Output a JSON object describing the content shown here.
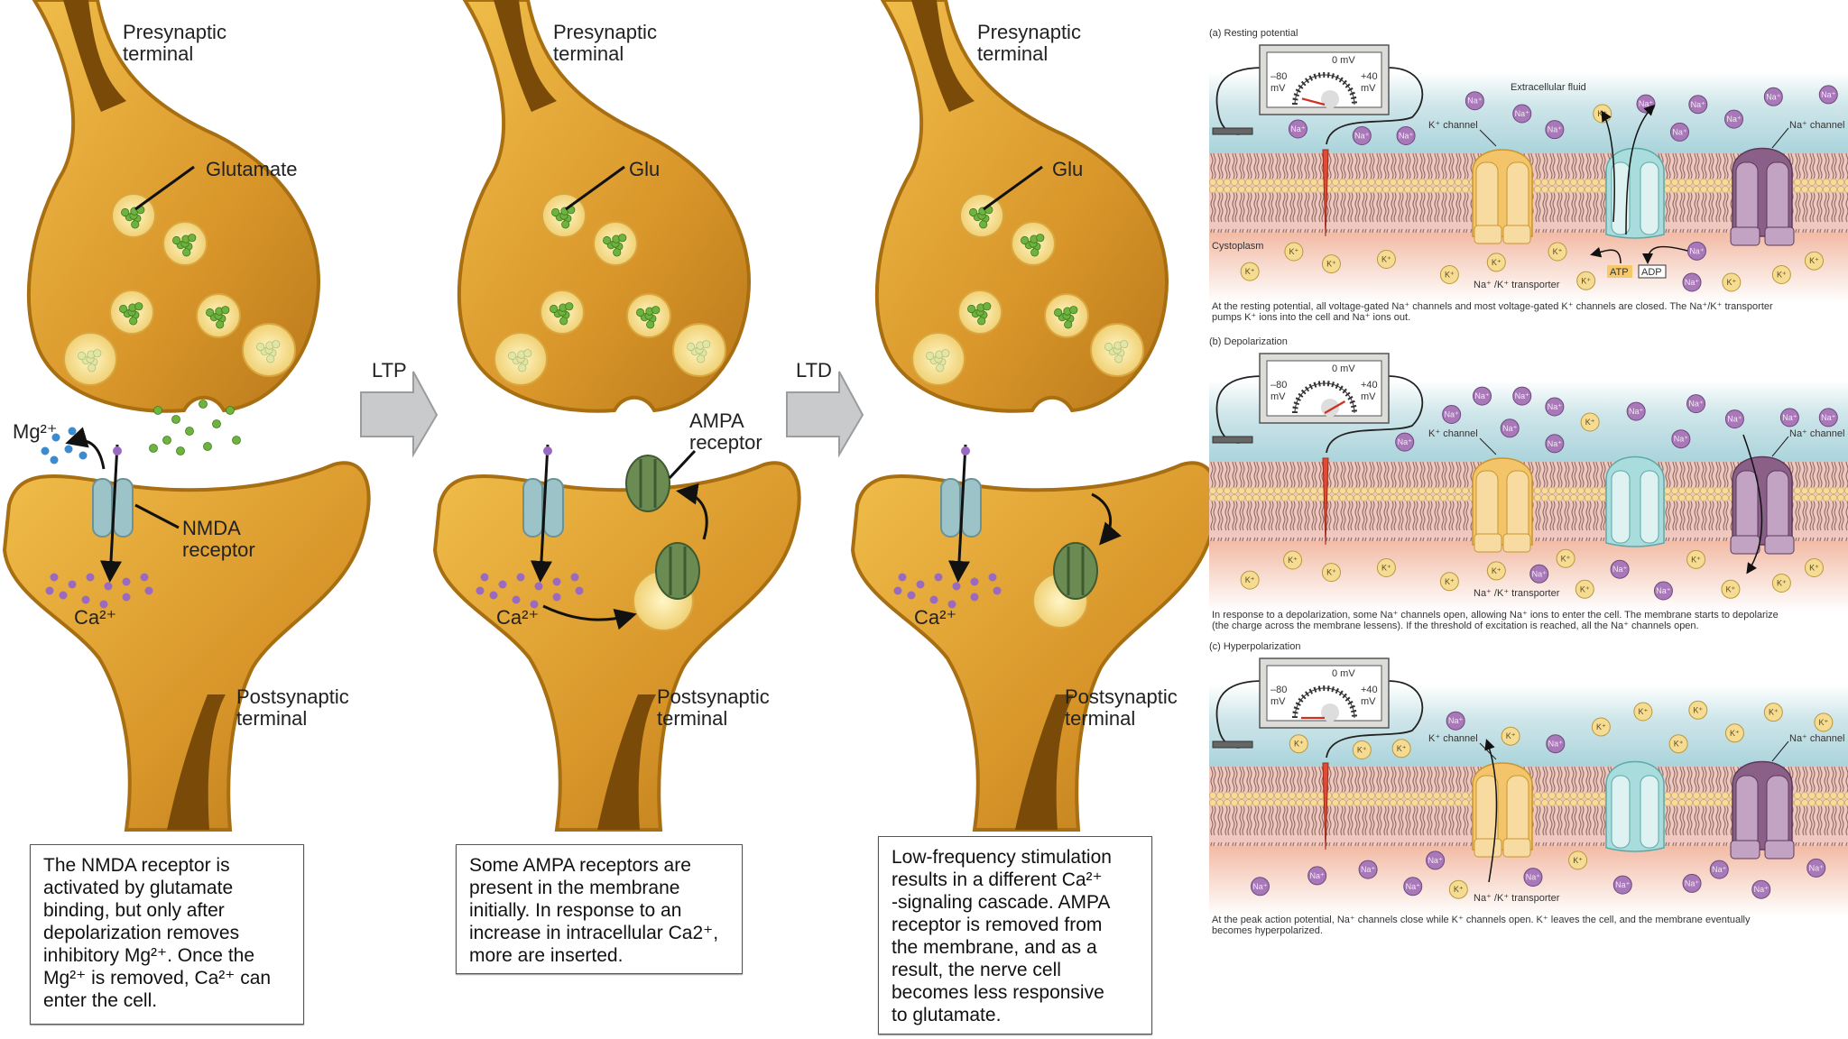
{
  "panels": [
    {
      "presynaptic": "Presynaptic\nterminal",
      "neurotransmitter": "Glutamate",
      "mg": "Mg²⁺",
      "receptor": "NMDA\nreceptor",
      "ca": "Ca²⁺",
      "postsynaptic": "Postsynaptic\nterminal",
      "description": "The NMDA receptor is\nactivated by glutamate\nbinding, but only after\ndepolarization removes\ninhibitory Mg²⁺. Once the\nMg²⁺ is removed, Ca²⁺ can\nenter the cell."
    },
    {
      "presynaptic": "Presynaptic\nterminal",
      "neurotransmitter": "Glu",
      "receptor": "AMPA\nreceptor",
      "ca": "Ca²⁺",
      "postsynaptic": "Postsynaptic\nterminal",
      "description": "Some AMPA receptors are\npresent in the membrane\ninitially. In response to an\nincrease in intracellular Ca2⁺,\nmore are inserted."
    },
    {
      "presynaptic": "Presynaptic\nterminal",
      "neurotransmitter": "Glu",
      "ca": "Ca²⁺",
      "postsynaptic": "Postsynaptic\nterminal",
      "description": "Low-frequency stimulation\nresults in a different Ca²⁺\n-signaling cascade. AMPA\nreceptor is removed from\nthe membrane, and as a\nresult, the nerve cell\nbecomes less responsive\nto glutamate."
    }
  ],
  "arrows": {
    "ltp": "LTP",
    "ltd": "LTD"
  },
  "action_potential": {
    "ion_labels": {
      "na": "Na⁺",
      "k": "K⁺"
    },
    "meter": {
      "zero": "0 mV",
      "min": "–80",
      "max": "+40",
      "unit": "mV"
    },
    "labels": {
      "extracellular": "Extracellular fluid",
      "cytoplasm": "Cystoplasm",
      "k_channel": "K⁺ channel",
      "na_channel": "Na⁺ channel",
      "transporter": "Na⁺ /K⁺ transporter",
      "atp": "ATP",
      "adp": "ADP"
    },
    "stages": [
      {
        "title": "(a) Resting potential",
        "meter_reading_mv": -70,
        "caption": [
          "At the resting potential, all voltage-gated Na⁺ channels and most voltage-gated K⁺ channels are closed. The Na⁺/K⁺ transporter",
          "pumps K⁺ ions into the cell and Na⁺ ions out."
        ]
      },
      {
        "title": "(b) Depolarization",
        "meter_reading_mv": 20,
        "caption": [
          "In response to a depolarization, some Na⁺ channels open, allowing Na⁺ ions to enter the cell. The membrane starts to depolarize",
          "(the charge across the membrane lessens). If the threshold of excitation is reached, all the Na⁺ channels open."
        ]
      },
      {
        "title": "(c) Hyperpolarization",
        "meter_reading_mv": -80,
        "caption": [
          "At the peak action potential, Na⁺ channels close while K⁺ channels open. K⁺ leaves the cell, and the membrane eventually",
          "becomes hyperpolarized."
        ]
      }
    ]
  },
  "colors": {
    "terminal": "#e0a22e",
    "terminal_dark": "#7a4a08",
    "vesicle_dot": "#6fb33f",
    "na_ion": "#a878b8",
    "k_ion": "#f6dc92",
    "nmda": "#9cc4c8",
    "ampa": "#5e7e4a",
    "ca_ion": "#9a6ac0",
    "mg_ion": "#3c8bd0"
  }
}
